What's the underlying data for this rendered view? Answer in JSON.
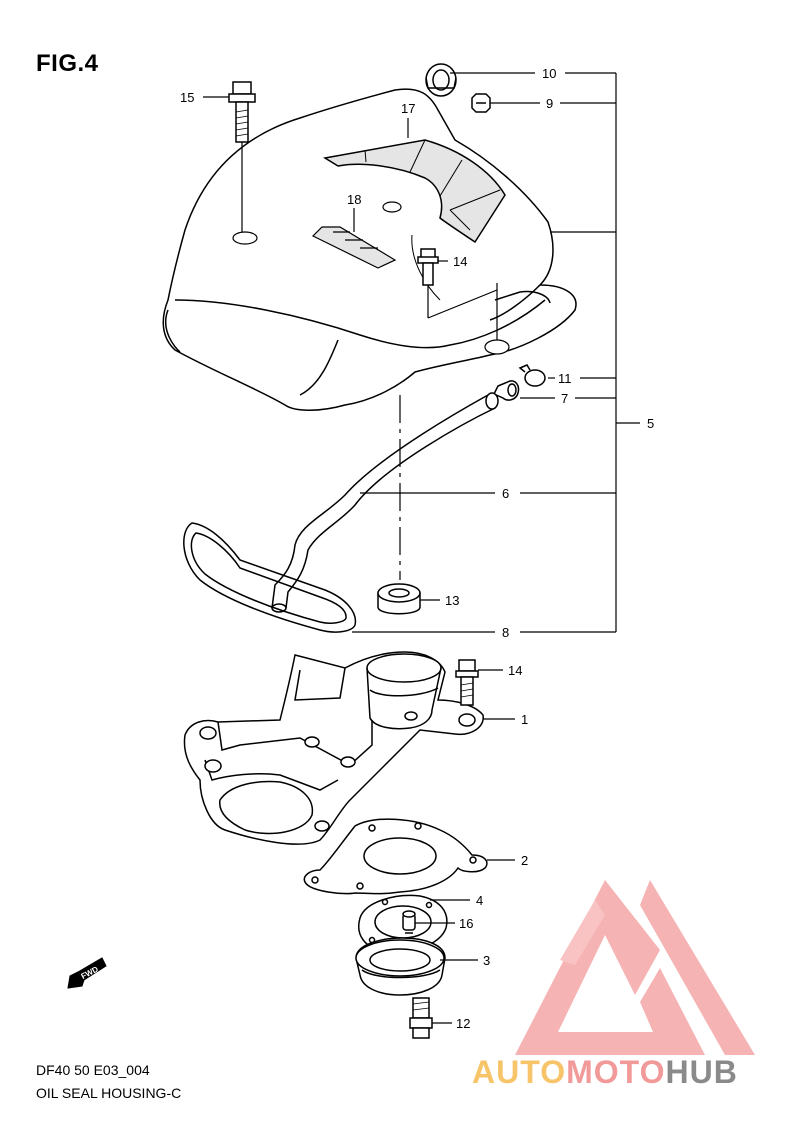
{
  "figure": {
    "title": "FIG.4",
    "code": "DF40 50 E03_004",
    "name": "OIL SEAL HOUSING-C"
  },
  "callouts": {
    "c1": "1",
    "c2": "2",
    "c3": "3",
    "c4": "4",
    "c5": "5",
    "c6": "6",
    "c7": "7",
    "c8": "8",
    "c9": "9",
    "c10": "10",
    "c11": "11",
    "c12": "12",
    "c13": "13",
    "c14a": "14",
    "c14b": "14",
    "c15": "15",
    "c16": "16",
    "c17": "17",
    "c18": "18"
  },
  "fwd_label": "FWD",
  "watermark": {
    "part1": "AUTO",
    "part2": "MOTO",
    "part3": "HUB",
    "colors": {
      "orange": "#f7c46a",
      "pink": "#f29a9a",
      "gray": "#8a8a8a"
    }
  }
}
